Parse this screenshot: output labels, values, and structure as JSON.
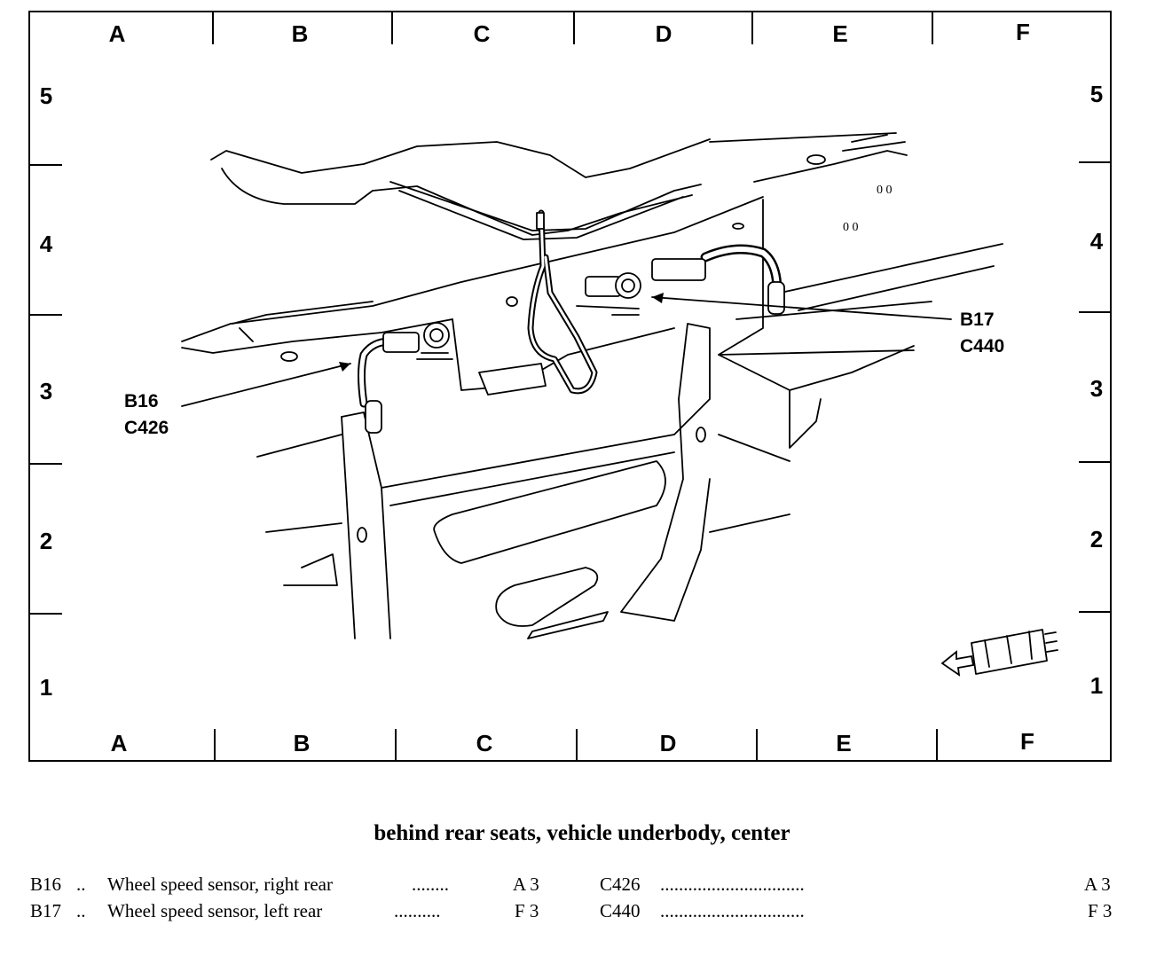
{
  "grid": {
    "columns": [
      "A",
      "B",
      "C",
      "D",
      "E",
      "F"
    ],
    "rows": [
      "5",
      "4",
      "3",
      "2",
      "1"
    ]
  },
  "callouts": [
    {
      "id": "B16",
      "connector": "C426"
    },
    {
      "id": "B17",
      "connector": "C440"
    }
  ],
  "caption": "behind rear seats, vehicle underbody, center",
  "legend": [
    {
      "code": "B16",
      "dots": "..",
      "description": "Wheel speed sensor, right rear",
      "leader": "........",
      "location": "A 3"
    },
    {
      "code": "B17",
      "dots": "..",
      "description": "Wheel speed sensor, left rear",
      "leader": "..........",
      "location": "F 3"
    },
    {
      "code": "C426",
      "dots": "",
      "description": "",
      "leader": "...............................",
      "location": "A 3"
    },
    {
      "code": "C440",
      "dots": "",
      "description": "",
      "leader": "...............................",
      "location": "F 3"
    }
  ]
}
